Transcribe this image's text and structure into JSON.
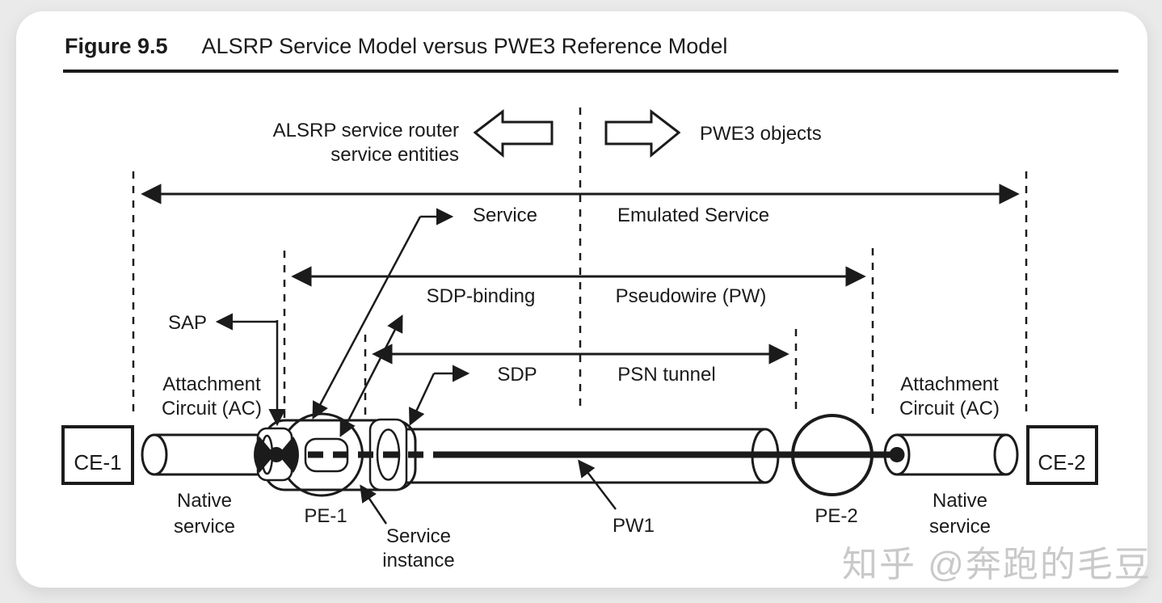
{
  "figure": {
    "label": "Figure 9.5",
    "title": "ALSRP Service Model versus PWE3 Reference Model"
  },
  "legend": {
    "alsrp_line1": "ALSRP service router",
    "alsrp_line2": "service entities",
    "pwe3": "PWE3 objects"
  },
  "spans": {
    "service": "Service",
    "emulated_service": "Emulated Service",
    "sdp_binding": "SDP-binding",
    "pseudowire": "Pseudowire (PW)",
    "sdp": "SDP",
    "psn_tunnel": "PSN tunnel"
  },
  "labels": {
    "sap": "SAP",
    "attachment_line1": "Attachment",
    "attachment_line2": "Circuit (AC)",
    "native_line1": "Native",
    "native_line2": "service",
    "service_instance_line1": "Service",
    "service_instance_line2": "instance",
    "ce1": "CE-1",
    "ce2": "CE-2",
    "pe1": "PE-1",
    "pe2": "PE-2",
    "pw1": "PW1"
  },
  "watermark": {
    "text": "知乎 @奔跑的毛豆"
  },
  "colors": {
    "ink": "#1b1b1b",
    "card": "#ffffff",
    "background": "#eaeaea",
    "watermark": "#c9c9c9"
  }
}
